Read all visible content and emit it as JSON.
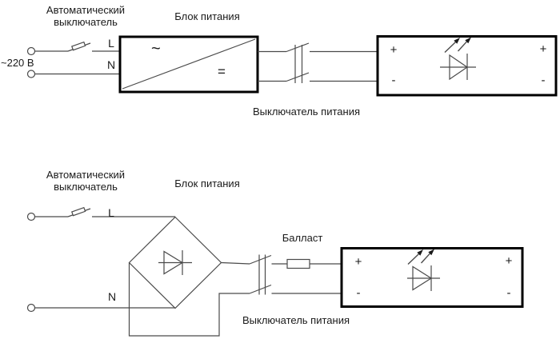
{
  "colors": {
    "background": "#ffffff",
    "wire": "#4a4a4a",
    "module_border": "#000000",
    "text": "#1a1a1a"
  },
  "top_circuit": {
    "breaker_label_line1": "Автоматический",
    "breaker_label_line2": "выключатель",
    "voltage_label": "~220 В",
    "line_label": "L",
    "neutral_label": "N",
    "psu_label": "Блок питания",
    "psu_input_symbol": "~",
    "psu_output_symbol": "=",
    "switch_label": "Выключатель питания",
    "led_terminals": [
      "+",
      "-",
      "+",
      "-"
    ]
  },
  "bottom_circuit": {
    "breaker_label_line1": "Автоматический",
    "breaker_label_line2": "выключатель",
    "line_label": "L",
    "neutral_label": "N",
    "psu_label": "Блок питания",
    "ballast_label": "Балласт",
    "switch_label": "Выключатель питания",
    "led_terminals": [
      "+",
      "-",
      "+",
      "-"
    ]
  }
}
